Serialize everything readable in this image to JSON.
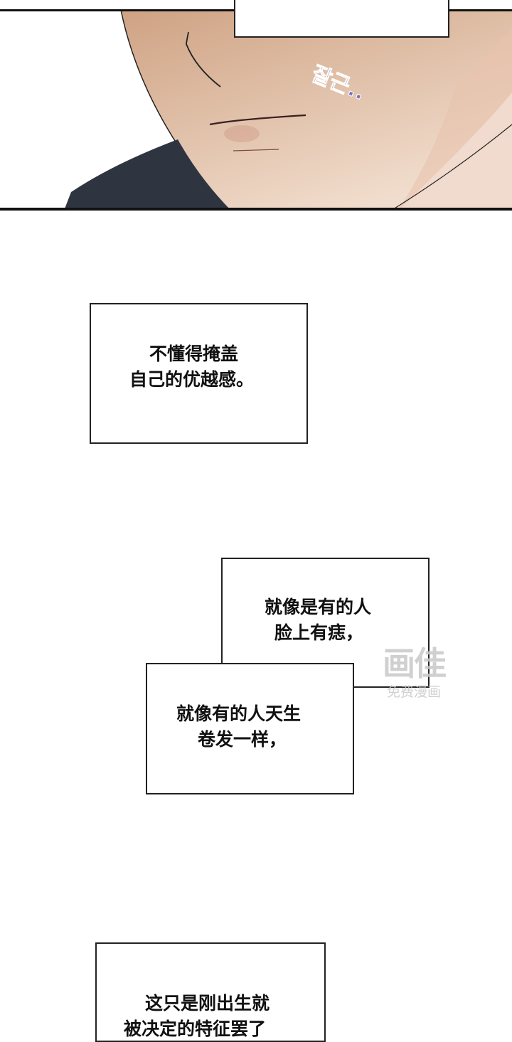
{
  "panel1": {
    "sfx": "잘근..",
    "colors": {
      "skin": "#d6ad90",
      "jacket": "#2f3441",
      "sfx": "#7a74b8"
    }
  },
  "caption1": {
    "lines": [
      "不懂得掩盖",
      "自己的优越感。"
    ]
  },
  "caption2": {
    "top_lines": [
      "就像是有的人",
      "脸上有痣，"
    ],
    "bottom_lines": [
      "就像有的人天生",
      "卷发一样，"
    ]
  },
  "caption3": {
    "lines": [
      "这只是刚出生就",
      "被决定的特征罢了"
    ]
  },
  "watermark": {
    "logo": "画佳",
    "subtitle": "免费漫画"
  }
}
